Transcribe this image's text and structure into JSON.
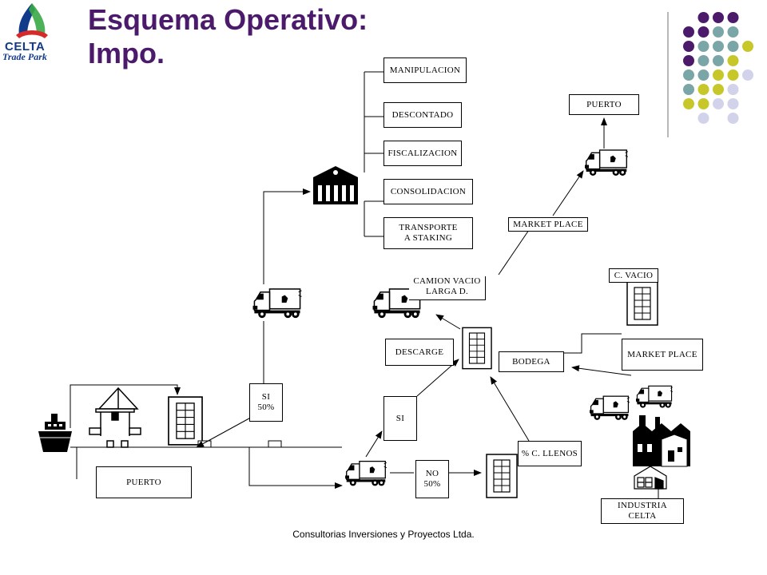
{
  "header": {
    "title": "Esquema Operativo:\nImpo.",
    "logo": {
      "name": "CELTA",
      "subtitle": "Trade Park"
    }
  },
  "footer": {
    "text": "Consultorias Inversiones y Proyectos Ltda."
  },
  "colors": {
    "title": "#4b1a6a",
    "dot_purple": "#4b1a6a",
    "dot_teal": "#7aa6a8",
    "dot_lime": "#c7c72a",
    "dot_lavender": "#d2d2ea",
    "logo_blue": "#123a8a",
    "logo_red": "#d62a2a",
    "logo_green": "#3aa845"
  },
  "nodes": {
    "manipulacion": "MANIPULACION",
    "descontado": "DESCONTADO",
    "fiscalizacion": "FISCALIZACION",
    "consolidacion": "CONSOLIDACION",
    "transporte": "TRANSPORTE\nA STAKING",
    "puerto_top": "PUERTO",
    "market_place_top": "MARKET PLACE",
    "camion_vacio": "CAMION VACIO\nLARGA D.",
    "c_vacio": "C. VACIO",
    "descarge": "DESCARGE",
    "bodega": "BODEGA",
    "market_place_right": "MARKET PLACE",
    "si_50": "SI\n50%",
    "si": "SI",
    "no_50": "NO\n50%",
    "c_llenos": "% C. LLENOS",
    "puerto_bottom": "PUERTO",
    "industria": "INDUSTRIA\nCELTA"
  }
}
